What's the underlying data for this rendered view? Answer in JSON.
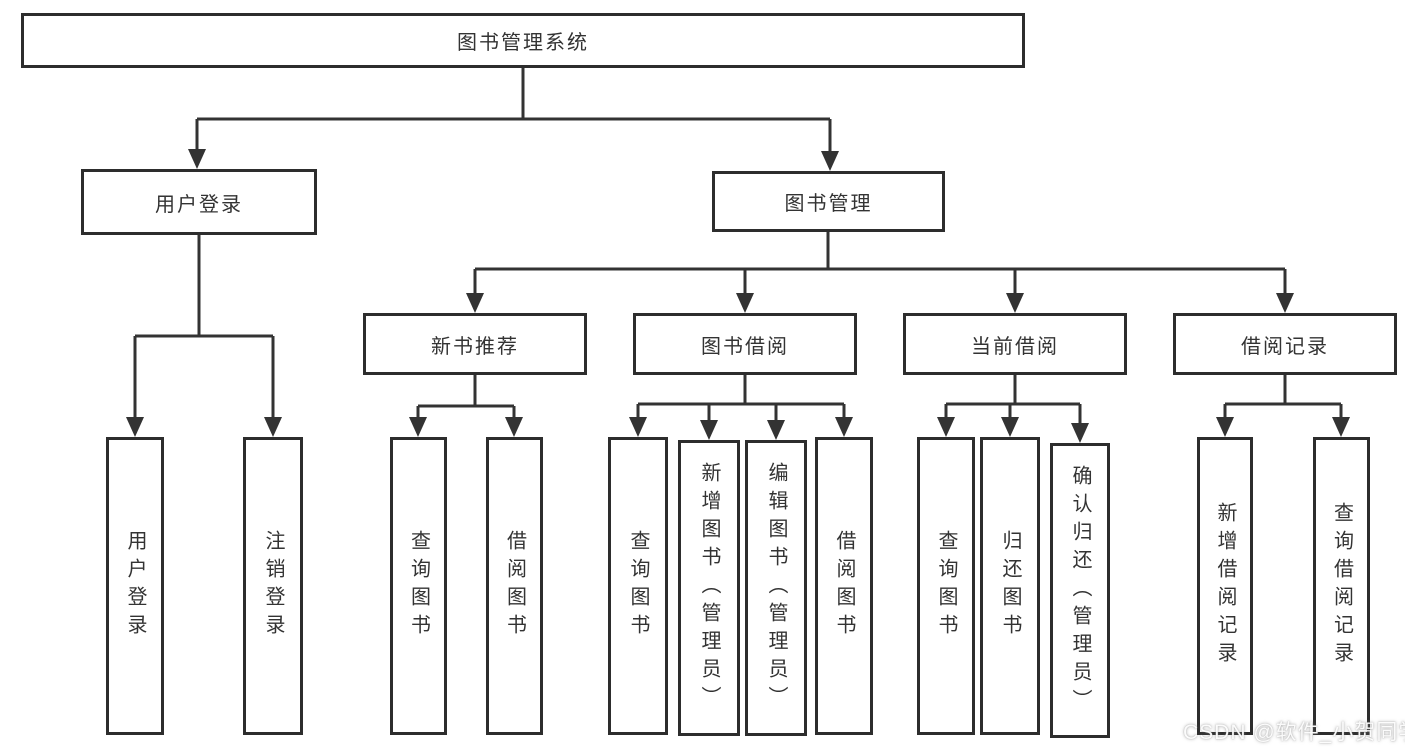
{
  "diagram_title": "图书管理系统",
  "tree": {
    "label": "图书管理系统",
    "children": [
      {
        "label": "用户登录",
        "children": [
          {
            "label": "用户登录"
          },
          {
            "label": "注销登录"
          }
        ]
      },
      {
        "label": "图书管理",
        "children": [
          {
            "label": "新书推荐",
            "children": [
              {
                "label": "查询图书"
              },
              {
                "label": "借阅图书"
              }
            ]
          },
          {
            "label": "图书借阅",
            "children": [
              {
                "label": "查询图书"
              },
              {
                "label": "新增图书（管理员）"
              },
              {
                "label": "编辑图书（管理员）"
              },
              {
                "label": "借阅图书"
              }
            ]
          },
          {
            "label": "当前借阅",
            "children": [
              {
                "label": "查询图书"
              },
              {
                "label": "归还图书"
              },
              {
                "label": "确认归还（管理员）"
              }
            ]
          },
          {
            "label": "借阅记录",
            "children": [
              {
                "label": "新增借阅记录"
              },
              {
                "label": "查询借阅记录"
              }
            ]
          }
        ]
      }
    ]
  },
  "colors": {
    "line": "#333333",
    "border": "#2d2d2d",
    "text": "#333333",
    "background": "#ffffff"
  },
  "watermark": {
    "text": "CSDN @软件_小贺同学"
  }
}
